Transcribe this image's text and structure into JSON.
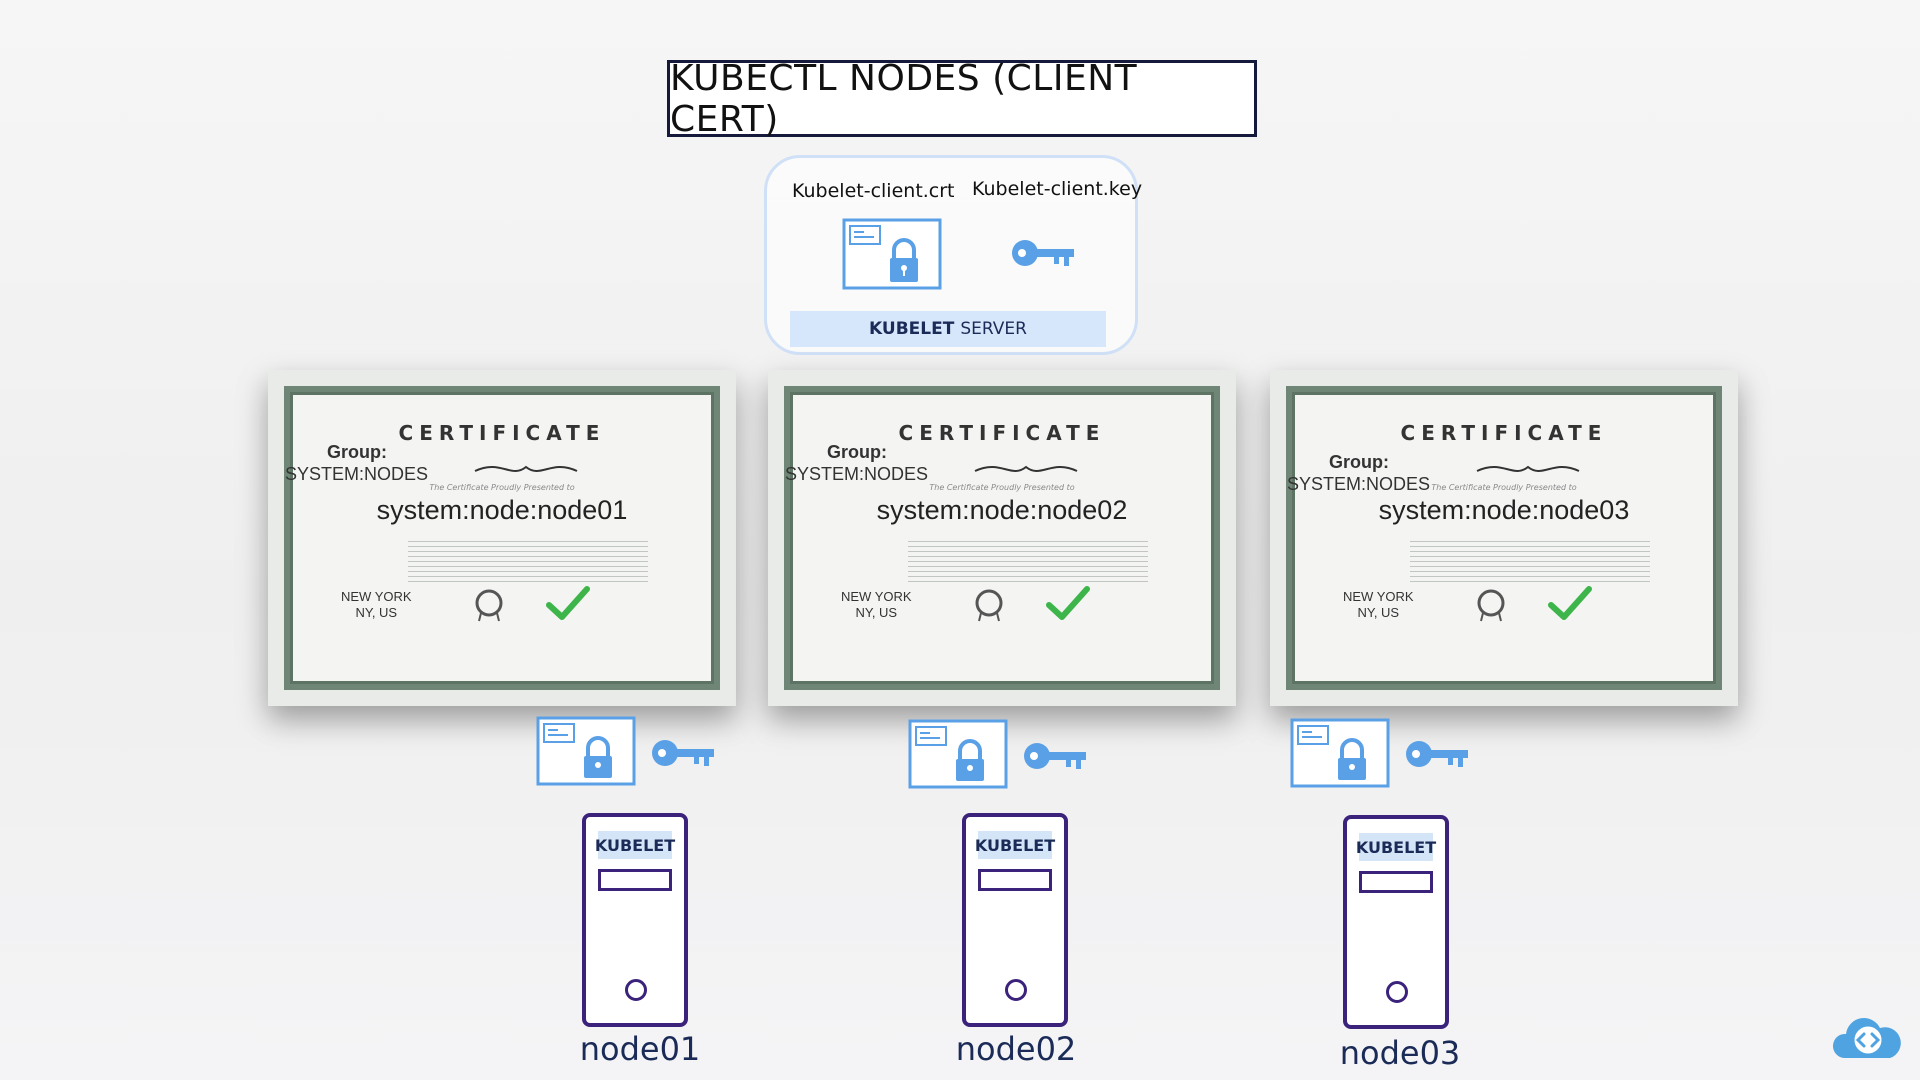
{
  "title": "KUBECTL NODES (CLIENT CERT)",
  "kubelet_server": {
    "crt_label": "Kubelet-client.crt",
    "key_label": "Kubelet-client.key",
    "label_bold": "KUBELET",
    "label_rest": "SERVER"
  },
  "certificates": [
    {
      "heading": "CERTIFICATE",
      "group_label": "Group:",
      "group_value": "SYSTEM:NODES",
      "presented": "The Certificate Proudly Presented to",
      "subject": "system:node:node01",
      "city": "NEW YORK",
      "region": "NY, US"
    },
    {
      "heading": "CERTIFICATE",
      "group_label": "Group:",
      "group_value": "SYSTEM:NODES",
      "presented": "The Certificate Proudly Presented to",
      "subject": "system:node:node02",
      "city": "NEW YORK",
      "region": "NY, US"
    },
    {
      "heading": "CERTIFICATE",
      "group_label": "Group:",
      "group_value": "SYSTEM:NODES",
      "presented": "The Certificate Proudly Presented to",
      "subject": "system:node:node03",
      "city": "NEW YORK",
      "region": "NY, US"
    }
  ],
  "nodes": [
    {
      "tag": "KUBELET",
      "name": "node01"
    },
    {
      "tag": "KUBELET",
      "name": "node02"
    },
    {
      "tag": "KUBELET",
      "name": "node03"
    }
  ],
  "icons": {
    "certificate": "certificate-lock-icon",
    "key": "key-icon",
    "seal": "seal-icon",
    "check": "checkmark-icon",
    "brand": "code-cloud-icon"
  },
  "colors": {
    "title_border": "#151a3c",
    "accent_blue": "#5aa0e6",
    "server_purple": "#3b237c",
    "check_green": "#3db54a"
  }
}
